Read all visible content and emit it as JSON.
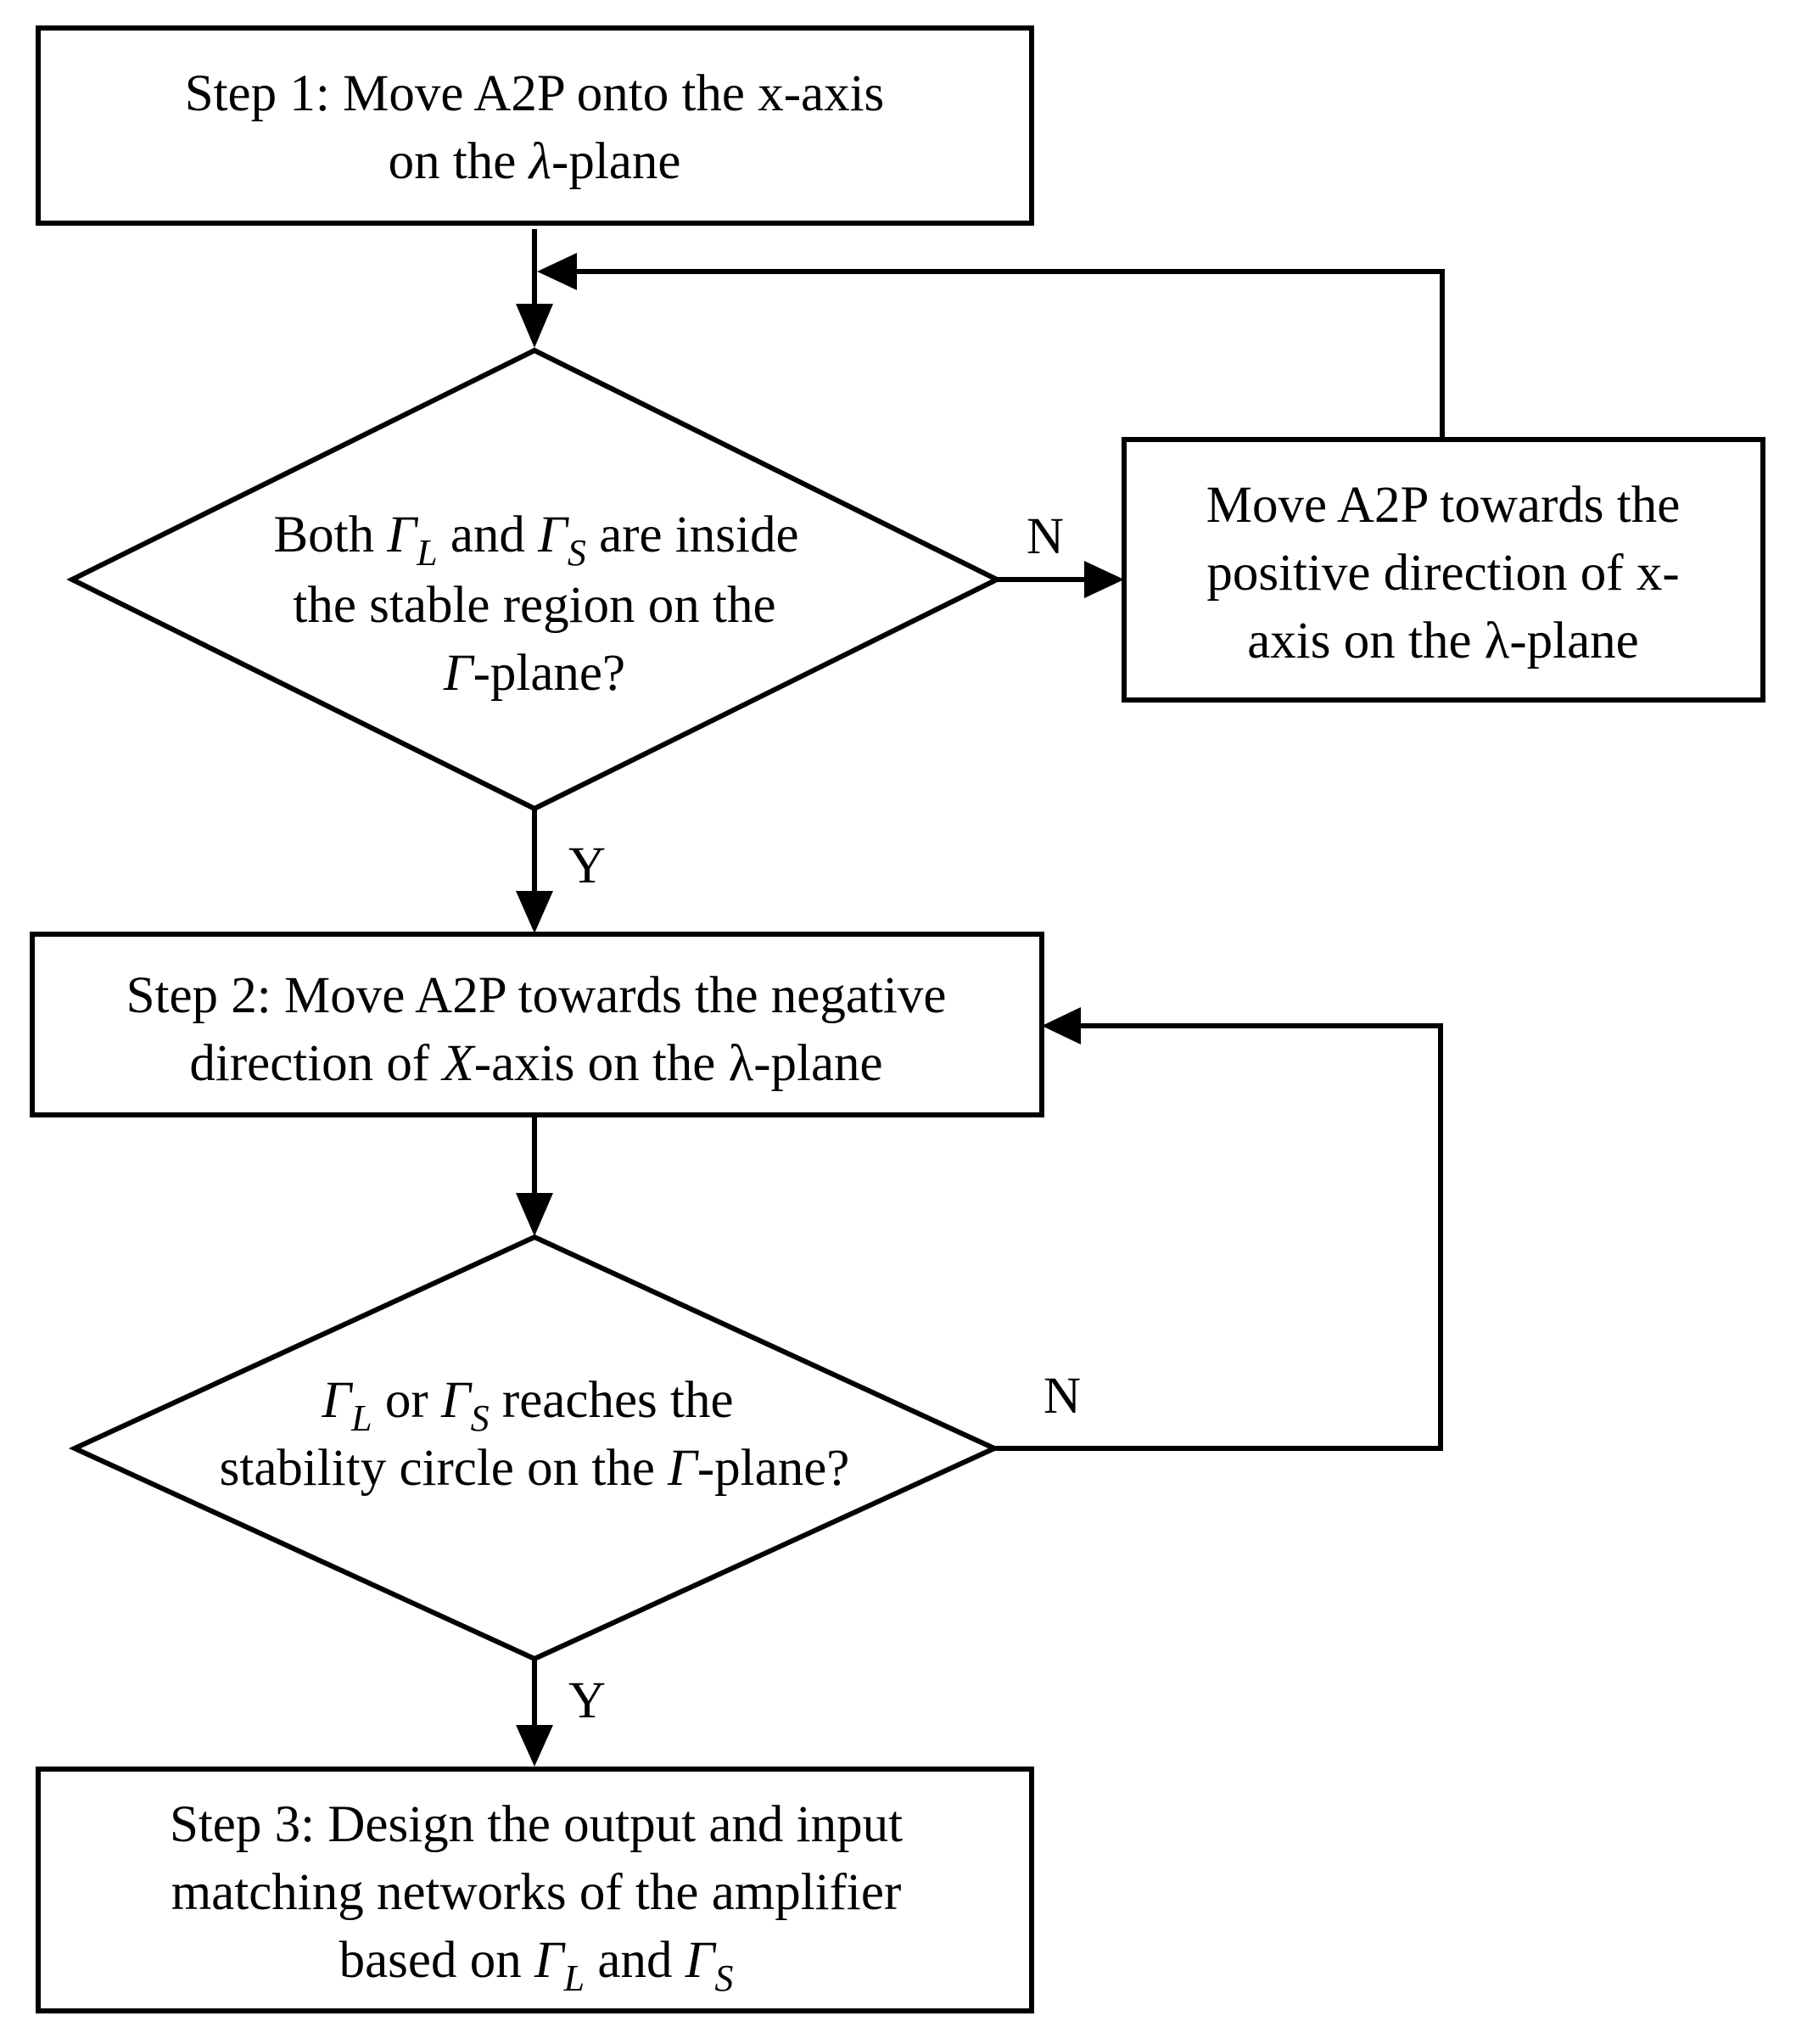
{
  "step1": {
    "line1": "Step 1: Move A2P onto the x-axis",
    "line2_pre": "on the ",
    "line2_sym": "λ",
    "line2_post": "-plane"
  },
  "decision1": {
    "line1_a": "Both ",
    "gamma": "Γ",
    "sub_l": "L",
    "line1_b": " and ",
    "sub_s": "S",
    "line1_c": " are inside",
    "line2": "the stable region on the",
    "line3_post": "-plane?"
  },
  "side_box": {
    "line1": "Move A2P towards the",
    "line2": "positive direction of x-",
    "line3": "axis on the λ-plane"
  },
  "step2": {
    "line1": "Step 2: Move A2P towards the negative",
    "line2_pre": "direction of ",
    "line2_x": "X",
    "line2_post": "-axis on the λ-plane"
  },
  "decision2": {
    "gamma": "Γ",
    "sub_l": "L",
    "line1_b": " or ",
    "sub_s": "S",
    "line1_c": " reaches the",
    "line2_pre": "stability circle on the ",
    "line2_post": "-plane?"
  },
  "step3": {
    "line1": "Step 3: Design the output and input",
    "line2": "matching networks of the amplifier",
    "line3_pre": "based on ",
    "gamma": "Γ",
    "sub_l": "L",
    "line3_mid": " and ",
    "sub_s": "S"
  },
  "labels": {
    "no1": "N",
    "yes1": "Y",
    "no2": "N",
    "yes2": "Y"
  }
}
